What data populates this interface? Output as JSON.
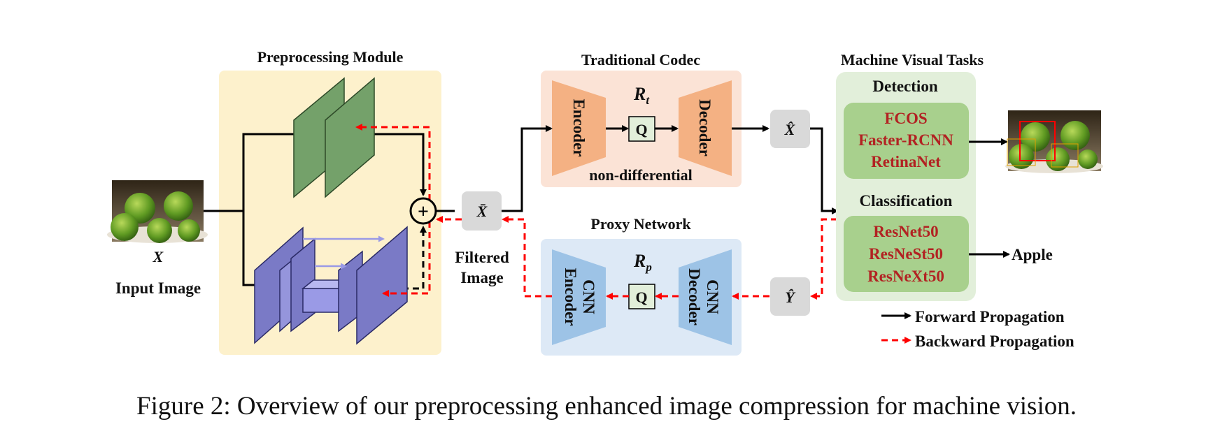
{
  "figure": {
    "caption_label": "Figure 2:",
    "caption_text": "Overview of our preprocessing enhanced image compression for machine vision."
  },
  "input": {
    "symbol": "X",
    "label": "Input Image"
  },
  "preprocessing": {
    "title": "Preprocessing Module",
    "add_symbol": "+"
  },
  "filtered": {
    "symbol": "X̄",
    "label_line1": "Filtered",
    "label_line2": "Image"
  },
  "codec": {
    "title": "Traditional Codec",
    "rate_symbol": "R",
    "rate_sub": "t",
    "encoder": "Encoder",
    "quantizer": "Q",
    "decoder": "Decoder",
    "note": "non-differential"
  },
  "proxy": {
    "title": "Proxy Network",
    "rate_symbol": "R",
    "rate_sub": "p",
    "encoder_line1": "CNN",
    "encoder_line2": "Encoder",
    "quantizer": "Q",
    "decoder_line1": "CNN",
    "decoder_line2": "Decoder"
  },
  "recon": {
    "x_hat": "X̂",
    "y_hat": "Ŷ"
  },
  "tasks": {
    "title": "Machine Visual Tasks",
    "detection": {
      "title": "Detection",
      "models": [
        "FCOS",
        "Faster-RCNN",
        "RetinaNet"
      ]
    },
    "classification": {
      "title": "Classification",
      "models": [
        "ResNet50",
        "ResNeSt50",
        "ResNeXt50"
      ]
    },
    "class_output": "Apple"
  },
  "legend": {
    "forward": "Forward Propagation",
    "backward": "Backward Propagation"
  },
  "colors": {
    "preproc_bg": "#fdf1cc",
    "codec_bg": "#fbe3d6",
    "proxy_bg": "#dde9f6",
    "tasks_bg": "#e2efda",
    "task_inner": "#a8d08d",
    "model_text": "#b22222",
    "backward": "#ff0000",
    "forward": "#000000",
    "green_layer": "#74a16a",
    "purple_layer": "#7a7ac6",
    "codec_trap": "#f4b183",
    "proxy_trap": "#9dc3e6"
  }
}
